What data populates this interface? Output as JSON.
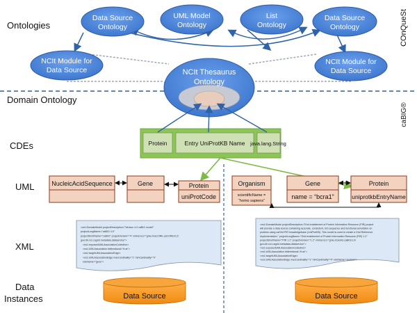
{
  "sections": {
    "ontologies": "Ontologies",
    "domain_ontology": "Domain Ontology",
    "cdes": "CDEs",
    "uml": "UML",
    "xml": "XML",
    "data_instances_line1": "Data",
    "data_instances_line2": "Instances"
  },
  "side_labels": {
    "conquest": "COnQueSt",
    "cabig": "caBIG®"
  },
  "ontologies": {
    "data_source_left": [
      "Data Source",
      "Ontology"
    ],
    "uml_model": [
      "UML Model",
      "Ontology"
    ],
    "list": [
      "List",
      "Ontology"
    ],
    "data_source_right": [
      "Data Source",
      "Ontology"
    ],
    "ncit_module_left": [
      "NCIt Module for",
      "Data Source"
    ],
    "ncit_module_right": [
      "NCIt Module for",
      "Data Source"
    ],
    "ncit_thesaurus": [
      "NCIt Thesaurus",
      "Ontology"
    ]
  },
  "cdes": {
    "protein": "Protein",
    "entry_name": "Entry UniProtKB Name",
    "java_string": "java.lang.String"
  },
  "uml": {
    "left": {
      "nucleic_acid": "NucleicAcidSequence",
      "gene": "Gene",
      "protein": "Protein",
      "protein_attr": "uniProtCode"
    },
    "right": {
      "organism": "Organism",
      "organism_attr": [
        "scientificName =",
        "“homo sapiens”"
      ],
      "gene": "Gene",
      "gene_attr": "name = “bcra1”",
      "protein": "Protein",
      "protein_attr": "uniprotkbEntryName"
    }
  },
  "xml": {
    "left_lines": [
      "<ns1:DomainModel projectDescription=\"Version 4.0 caBIO model\"",
      "projectLongName=\"caBIO 4.0\"",
      "projectShortName=\"caBIO\" projectVersion=\"4\" xmlns:ns1=\"gme://caCORE.caCORE/3.2/",
      "gov.nih.nci.cagrid.metadata.dataservice\">",
      "<ns1:exposedUMLAssociationCollection>",
      "<ns1:UMLAssociation bidirectional=\"true\">",
      "<ns1:targetUMLAssociationEdge>",
      "<ns1:UMLAssociationEdge maxCardinality=\"1\" minCardinality=\"0\"",
      "roleName=\"gene\">"
    ],
    "right_lines": [
      "<ns1:DomainModel projectDescription=\"End enablement of Protein Information Resource (PIR) project",
      "will provide a data source containing accurate, consistent, rich sequence and functional annotation on",
      "proteins using caGrid PIR knowledgebase (UniProtKB). This model is used to create a Grid Reference",
      "Implementation.\" projectLongName=\"Grid enablement of Protein Information Resource (PIR) 1.2\"",
      "projectShortName=\"PIR 1.2\" projectVersion=\"1.2\" xmlns:ns1=\"gme://caGrid.caBIG/1.0/",
      "gov.nih.nci.cagrid.metadata.dataservice\">",
      "<ns1:exposedUMLAssociationCollection>",
      "<ns1:UMLAssociation bidirectional=\"true\">",
      "<ns1:targetUMLAssociationEdge>",
      "<ns1:UMLAssociationEdge maxCardinality=\"1\" minCardinality=\"0\" roleName=\"protein\">"
    ]
  },
  "data_sources": {
    "left": "Data Source",
    "right": "Data Source"
  },
  "colors": {
    "ellipse_fill": "#4f86d8",
    "ellipse_stroke": "#2c5aa0",
    "cde_green": "#8cc455",
    "cde_box": "#cfe0b5",
    "uml_fill": "#f3d3bf",
    "uml_stroke": "#8a3a1a",
    "xml_fill": "#dde8f6",
    "cylinder_fill": "#f5941c",
    "arrow": "#2f63a8",
    "green_arrow": "#7dbb44"
  }
}
